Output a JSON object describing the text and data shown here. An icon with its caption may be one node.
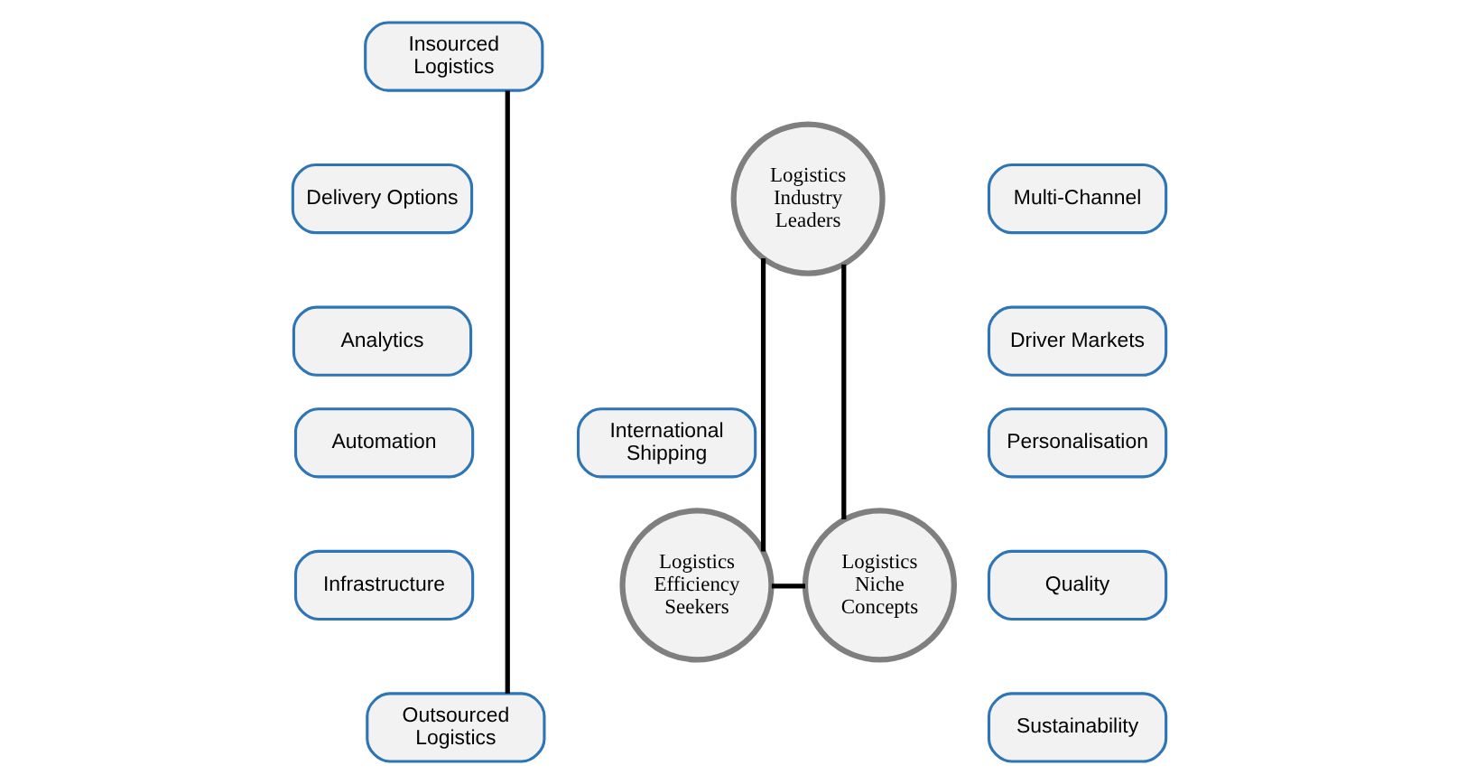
{
  "diagram": {
    "nodes": [
      {
        "text": [
          "Insourced Logistics"
        ]
      },
      {
        "text": [
          "Logistics Industry Leaders"
        ]
      },
      {
        "text": [
          "Multi-Channel"
        ]
      },
      {
        "text": [
          "Delivery Options"
        ]
      },
      {
        "text": [
          "Driver Markets"
        ]
      },
      {
        "text": [
          "Analytics"
        ]
      },
      {
        "text": [
          "Personalisation"
        ]
      },
      {
        "text": [
          "International Shipping"
        ]
      },
      {
        "text": [
          "Automation"
        ]
      },
      {
        "text": [
          "Quality"
        ]
      },
      {
        "text": [
          "Infrastructure"
        ]
      },
      {
        "text": [
          "Sustainability"
        ]
      },
      {
        "text": [
          "Logistics Efficiency Seekers"
        ]
      },
      {
        "text": [
          "Logistics Niche Concepts"
        ]
      },
      {
        "text": [
          "Outsourced Logistics"
        ]
      }
    ],
    "edges": [
      {
        "from": 0,
        "to": 14,
        "arrow": "none"
      },
      {
        "from": 1,
        "to": 12,
        "arrow": "none"
      },
      {
        "from": 1,
        "to": 13,
        "arrow": "none"
      },
      {
        "from": 12,
        "to": 13,
        "arrow": "none"
      }
    ]
  }
}
